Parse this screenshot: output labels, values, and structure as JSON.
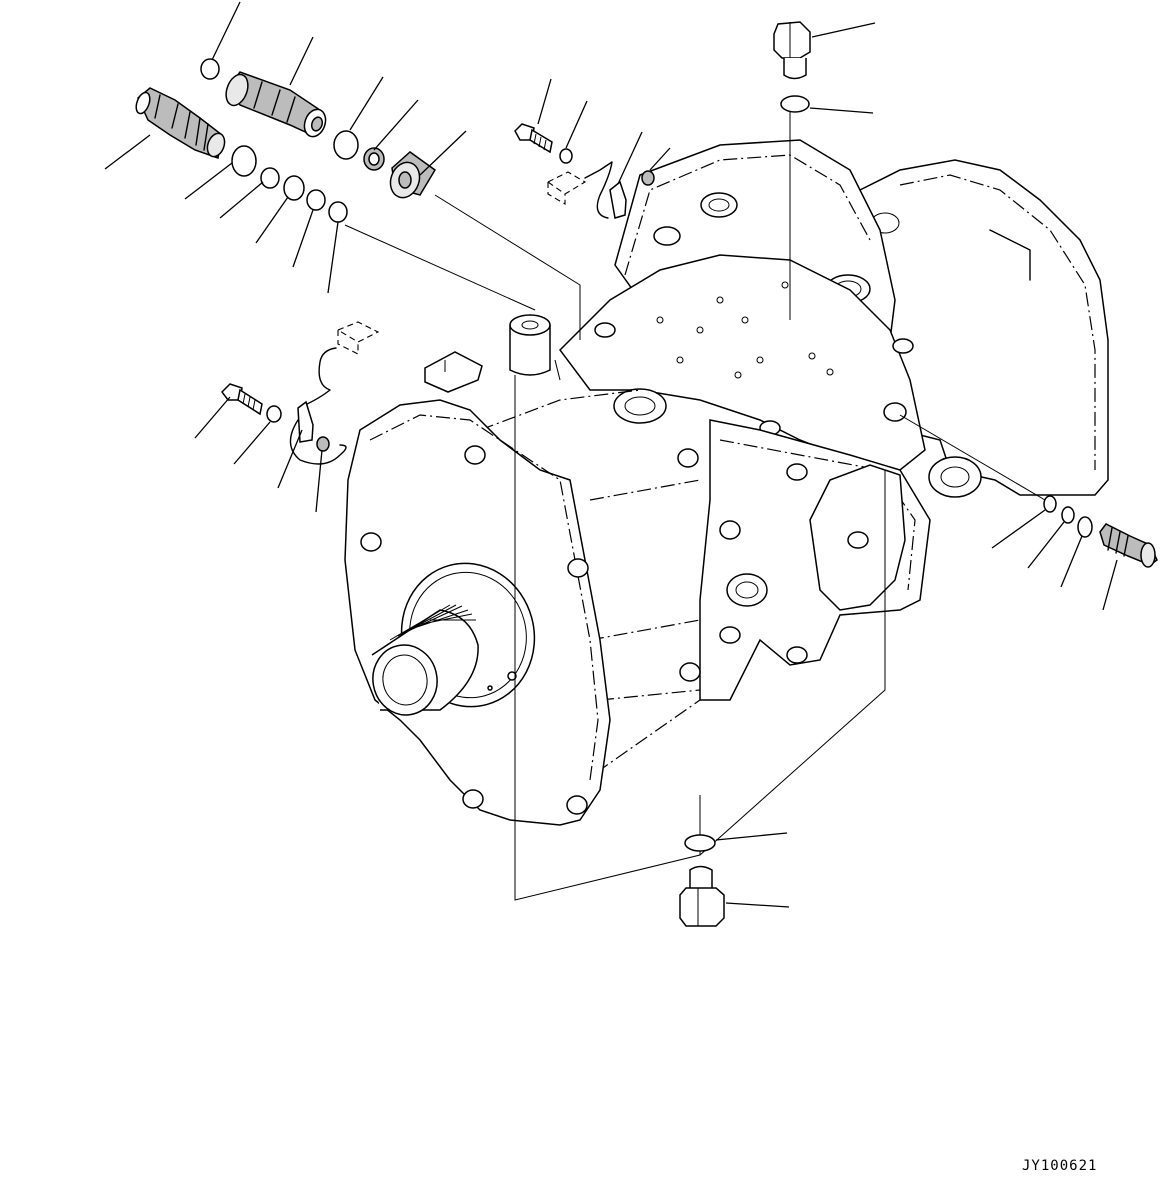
{
  "drawing": {
    "code": "JY100621"
  },
  "parts": {
    "top_left_group": [
      "o-ring",
      "spool-valve",
      "o-ring",
      "nut",
      "sleeve",
      "solenoid-valve",
      "o-ring",
      "o-ring",
      "o-ring",
      "o-ring",
      "o-ring"
    ],
    "top_center_group": [
      "bolt",
      "washer",
      "clip",
      "nut",
      "connector"
    ],
    "top_right_group": [
      "plug",
      "o-ring"
    ],
    "left_mid_group": [
      "bolt",
      "washer",
      "clip",
      "nut",
      "connector"
    ],
    "right_group": [
      "o-ring",
      "o-ring",
      "o-ring",
      "fitting"
    ],
    "bottom_group": [
      "o-ring",
      "plug"
    ]
  }
}
